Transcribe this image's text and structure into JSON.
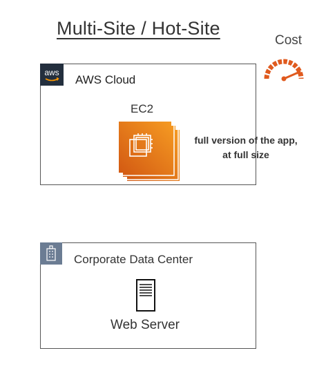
{
  "title": "Multi-Site / Hot-Site",
  "cost": {
    "label": "Cost",
    "gauge_color": "#e05a1e",
    "icon": "speedometer-gauge-icon"
  },
  "aws_cloud": {
    "label": "AWS Cloud",
    "badge_text": "aws",
    "badge_color": "#232f3e",
    "ec2": {
      "label": "EC2",
      "icon": "ec2-instances-icon",
      "gradient": [
        "#f59a22",
        "#d35a13"
      ]
    },
    "annotation": [
      "full version of the app,",
      "at full size"
    ]
  },
  "data_center": {
    "label": "Corporate Data Center",
    "icon": "building-icon",
    "badge_color": "#6b7c93",
    "server": {
      "label": "Web Server",
      "icon": "server-tower-icon"
    }
  }
}
